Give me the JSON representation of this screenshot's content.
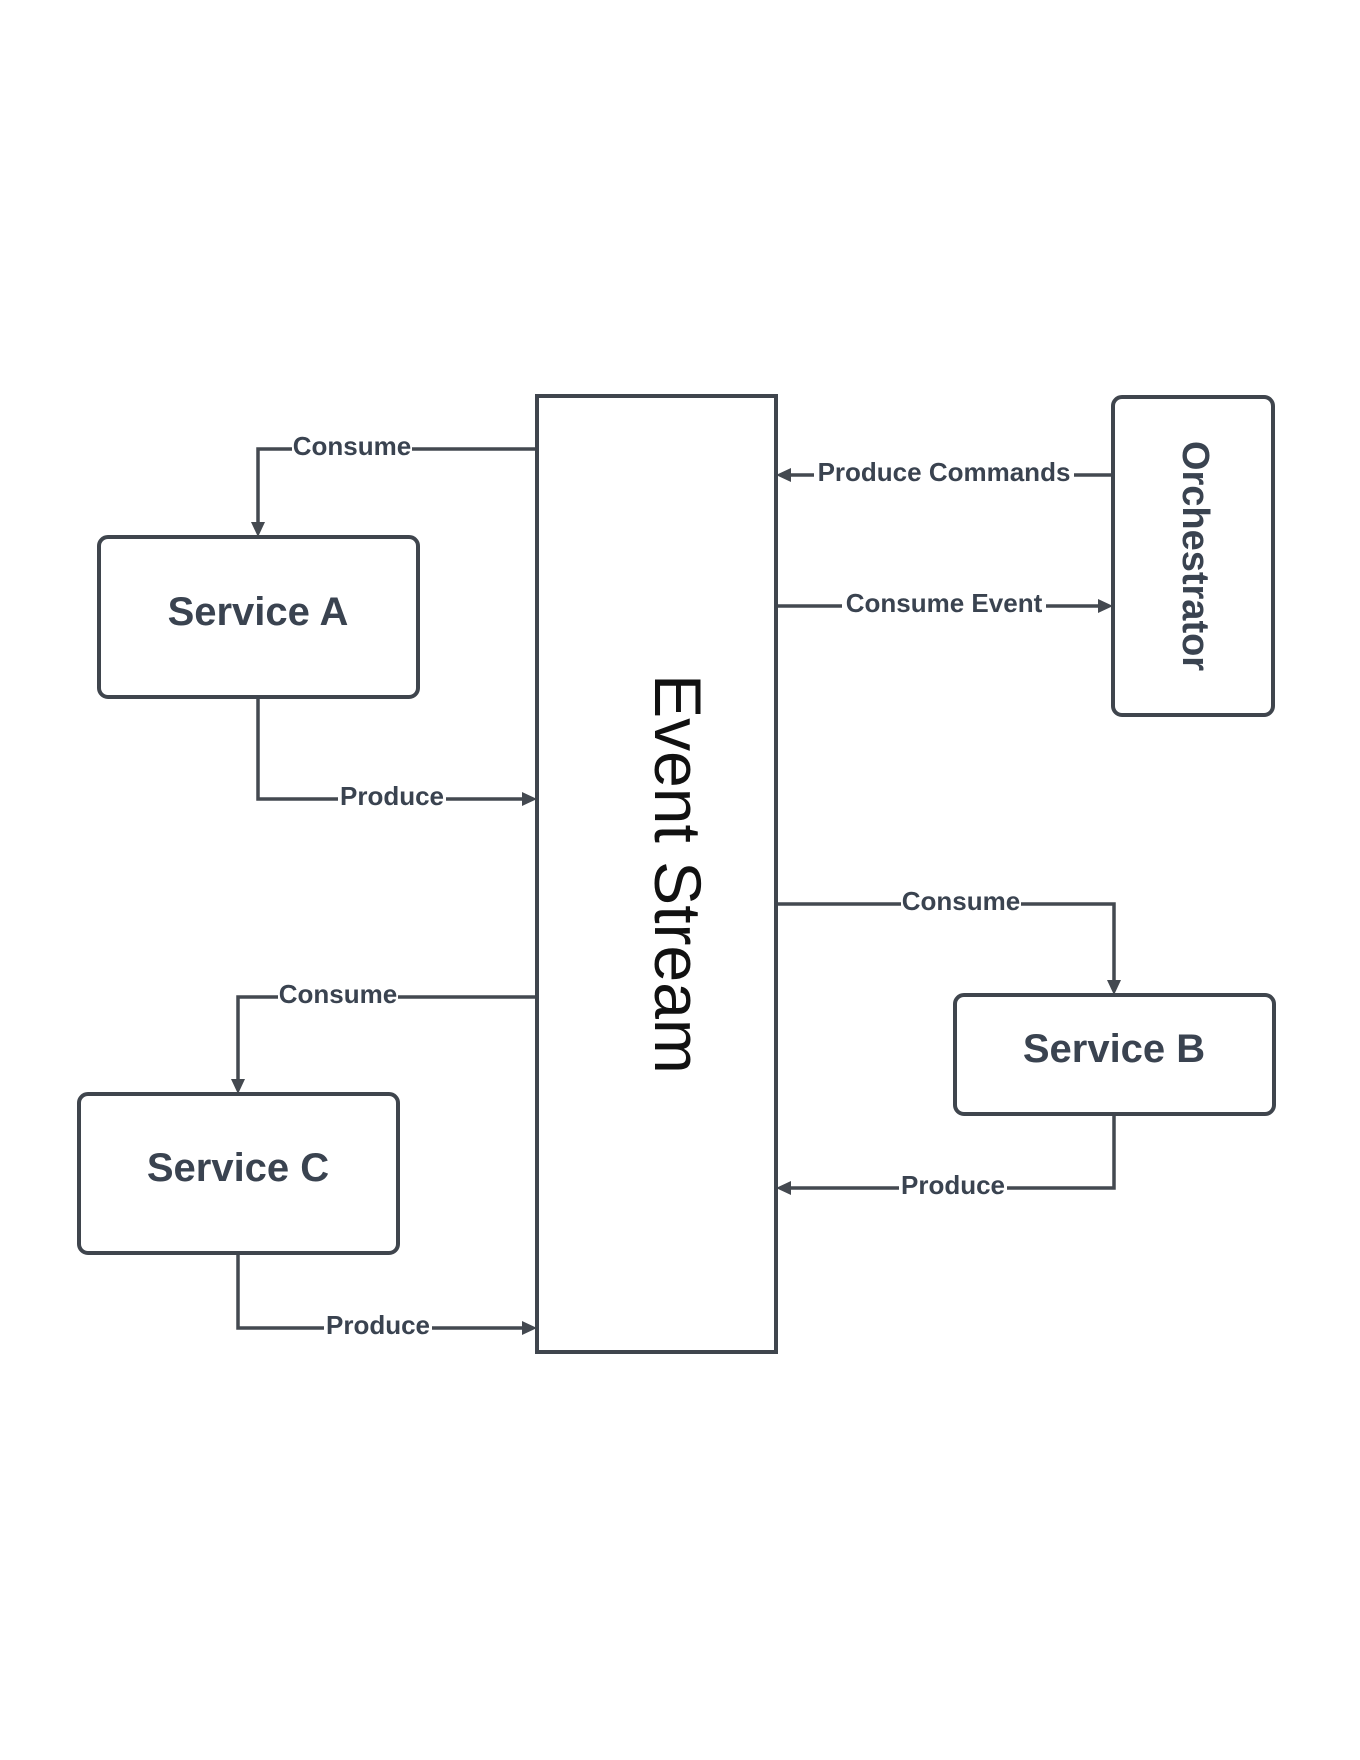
{
  "nodes": {
    "event_stream": "Event Stream",
    "orchestrator": "Orchestrator",
    "service_a": "Service A",
    "service_b": "Service B",
    "service_c": "Service C"
  },
  "edges": {
    "stream_to_a": "Consume",
    "a_to_stream": "Produce",
    "stream_to_c": "Consume",
    "c_to_stream": "Produce",
    "orch_to_stream": "Produce Commands",
    "stream_to_orch": "Consume Event",
    "stream_to_b": "Consume",
    "b_to_stream": "Produce"
  },
  "colors": {
    "stroke": "#3f454d",
    "text": "#3a4350",
    "background": "#ffffff"
  }
}
